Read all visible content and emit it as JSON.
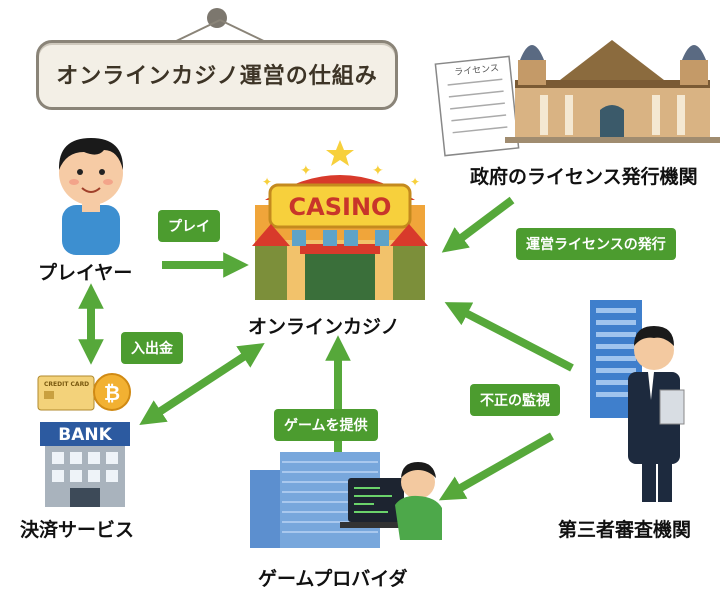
{
  "title": "オンラインカジノ運営の仕組み",
  "nodes": {
    "player": "プレイヤー",
    "casino": "オンラインカジノ",
    "casino_sign": "CASINO",
    "government": "政府のライセンス発行機関",
    "payment": "決済サービス",
    "bank_sign": "BANK",
    "provider": "ゲームプロバイダ",
    "auditor": "第三者審査機関",
    "license_doc": "ライセンス",
    "credit_card": "CREDIT CARD"
  },
  "edges": {
    "play": "プレイ",
    "deposit": "入出金",
    "provide_games": "ゲームを提供",
    "issue_license": "運営ライセンスの発行",
    "fraud_monitoring": "不正の監視"
  },
  "colors": {
    "arrow_green": "#56a83a",
    "tag_green": "#4c9c2f"
  }
}
